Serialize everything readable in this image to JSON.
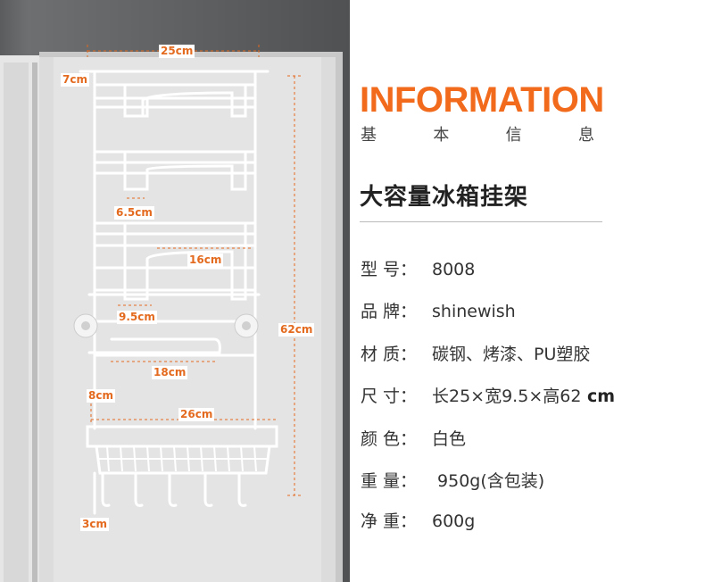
{
  "photo": {
    "dimensions": {
      "width_top": "25cm",
      "depth_top": "7cm",
      "shelf_depth": "6.5cm",
      "mid_width": "16cm",
      "lower_depth": "9.5cm",
      "lower_width": "18cm",
      "height": "62cm",
      "basket_gap": "8cm",
      "basket_width": "26cm",
      "hook_length": "3cm"
    }
  },
  "header": {
    "title": "INFORMATION",
    "subtitle_chars": [
      "基",
      "本",
      "信",
      "息"
    ]
  },
  "product": {
    "name": "大容量冰箱挂架"
  },
  "specs": [
    {
      "label": "型  号：",
      "value": "8008",
      "unit": ""
    },
    {
      "label": "品  牌：",
      "value": "shinewish",
      "unit": ""
    },
    {
      "label": "材  质：",
      "value": "碳钢、烤漆、PU塑胶",
      "unit": ""
    },
    {
      "label": "尺  寸：",
      "value": "长25×宽9.5×高62",
      "unit": " cm"
    },
    {
      "label": "颜  色：",
      "value": "白色",
      "unit": ""
    },
    {
      "label": "重  量：",
      "value": " 950g(含包装)",
      "unit": ""
    },
    {
      "label": "净  重：",
      "value": "600g",
      "unit": ""
    }
  ],
  "colors": {
    "accent": "#f26a1b",
    "dimension": "#e36a1e"
  }
}
